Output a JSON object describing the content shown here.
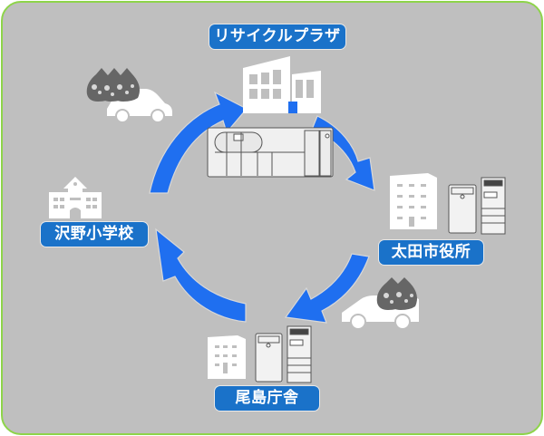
{
  "diagram": {
    "type": "recycling-cycle",
    "nodes": [
      {
        "id": "plaza",
        "label": "リサイクルプラザ",
        "icon": "recycling-facility-icon"
      },
      {
        "id": "ota",
        "label": "太田市役所",
        "icon": "office-building-with-printers-icon"
      },
      {
        "id": "oshima",
        "label": "尾島庁舎",
        "icon": "office-building-with-printers-icon"
      },
      {
        "id": "school",
        "label": "沢野小学校",
        "icon": "school-building-icon"
      }
    ],
    "edges": [
      {
        "from": "plaza",
        "to": "ota",
        "direction": "clockwise"
      },
      {
        "from": "ota",
        "to": "oshima",
        "direction": "clockwise"
      },
      {
        "from": "oshima",
        "to": "school",
        "direction": "clockwise"
      },
      {
        "from": "school",
        "to": "plaza",
        "direction": "clockwise"
      }
    ],
    "transport_icons": [
      {
        "near": "school-to-plaza",
        "icon": "car-with-paper-bags-icon",
        "bags": 3
      },
      {
        "near": "ota-to-oshima",
        "icon": "car-with-paper-bags-icon",
        "bags": 2
      }
    ],
    "center_icon": "paper-recycling-machine-icon"
  },
  "colors": {
    "background": "#bfbfbf",
    "border": "#8ed44a",
    "arrow": "#1f6ff0",
    "label_bg": "#1a72c9",
    "label_text": "#ffffff",
    "icon_white": "#ffffff",
    "bag_gray": "#666666"
  }
}
